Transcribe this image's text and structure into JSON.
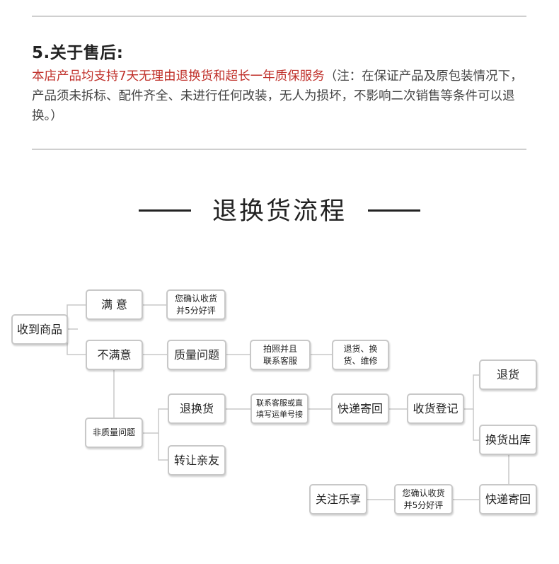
{
  "section": {
    "title": "5.关于售后:",
    "highlight": "本店产品均支持7天无理由退换货和超长一年质保服务",
    "note": "（注：在保证产品及原包装情况下，产品须未拆标、配件齐全、未进行任何改装，无人为损坏，不影响二次销售等条件可以退换。）"
  },
  "flow": {
    "heading": "退换货流程",
    "nodes": {
      "received": "收到商品",
      "satisfied": "满 意",
      "confirm_receipt_1": "您确认收货\n并5分好评",
      "unsatisfied": "不满意",
      "quality_issue": "质量问题",
      "photo_contact": "拍照并且\n联系客服",
      "return_exchange_repair": "退货、换\n货、维修",
      "non_quality_issue": "非质量问题",
      "return_exchange": "退换货",
      "transfer_friends": "转让亲友",
      "contact_or_fill": "联系客服或直\n填写运单号接",
      "express_return": "快递寄回",
      "receive_register": "收货登记",
      "refund": "退货",
      "exchange_out": "换货出库",
      "express_send": "快递寄回",
      "confirm_receipt_2": "您确认收货\n并5分好评",
      "enjoy": "关注乐享"
    }
  }
}
